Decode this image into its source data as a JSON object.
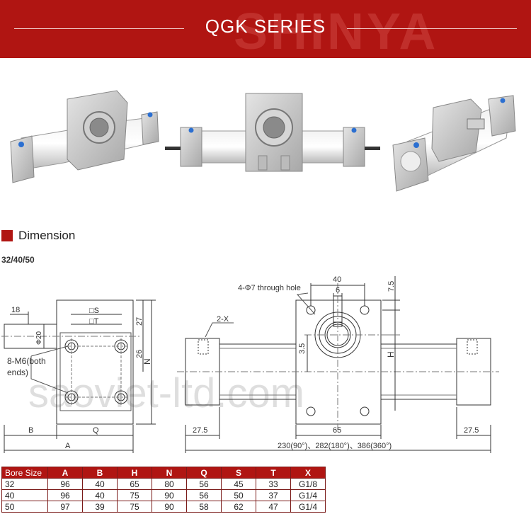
{
  "header": {
    "title": "QGK SERIES",
    "watermark": "SHINYA"
  },
  "section": {
    "title": "Dimension",
    "subtitle": "32/40/50"
  },
  "drawing": {
    "watermark": "saoviet-ltd.com",
    "left_labels": {
      "dim18": "18",
      "phi20": "Φ20",
      "bolts_line1": "8-M6(both",
      "bolts_line2": "ends)",
      "S": "□S",
      "T": "□T",
      "dim27": "27",
      "dim26": "26",
      "N": "N",
      "B": "B",
      "Q": "Q",
      "A": "A"
    },
    "right_labels": {
      "hole_note": "4-Φ7 through hole",
      "dim40": "40",
      "dim6": "6",
      "dim7_5": "7.5",
      "port": "2-X",
      "dim3_5": "3.5",
      "H": "H",
      "dim27_5_left": "27.5",
      "dim65": "65",
      "dim27_5_right": "27.5",
      "length": "230(90°)、282(180°)、386(360°)"
    }
  },
  "table": {
    "headers": [
      "Bore Size",
      "A",
      "B",
      "H",
      "N",
      "Q",
      "S",
      "T",
      "X"
    ],
    "rows": [
      [
        "32",
        "96",
        "40",
        "65",
        "80",
        "56",
        "45",
        "33",
        "G1/8"
      ],
      [
        "40",
        "96",
        "40",
        "75",
        "90",
        "56",
        "50",
        "37",
        "G1/4"
      ],
      [
        "50",
        "97",
        "39",
        "75",
        "90",
        "58",
        "62",
        "47",
        "G1/4"
      ]
    ]
  }
}
